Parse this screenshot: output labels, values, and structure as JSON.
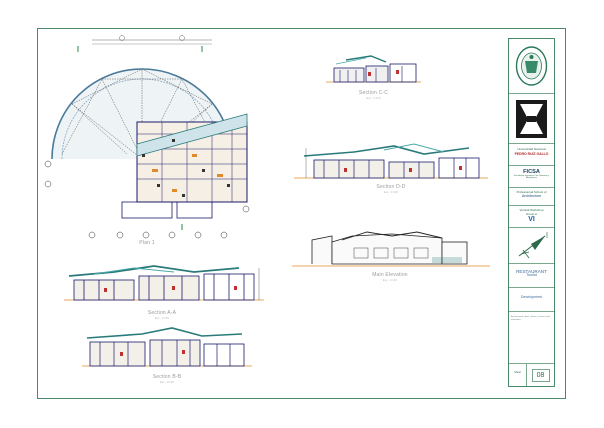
{
  "drawings": {
    "plan": {
      "label": "Plan 1",
      "scale": "Esc. 1/100"
    },
    "section_cc": {
      "label": "Section C-C",
      "scale": "Esc. 1/100"
    },
    "section_dd": {
      "label": "Section D-D",
      "scale": "Esc. 1/100"
    },
    "elevation": {
      "label": "Main Elevation",
      "scale": "Esc. 1/100"
    },
    "section_aa": {
      "label": "Section A-A",
      "scale": "Esc. 1/100"
    },
    "section_bb": {
      "label": "Section B-B",
      "scale": "Esc. 1/100"
    }
  },
  "titleblock": {
    "university_caption": "Universidad Nacional",
    "university": "PEDRO RUIZ GALLO",
    "faculty": "FICSA",
    "faculty_caption": "Facultad de Ingeniería Civil, Sistemas y Arquitectura",
    "school_caption": "Professional School of",
    "school": "Architecture",
    "workshop": "Vertical Workshop",
    "group": "Group A",
    "workshop_number": "VI",
    "project": "RESTAURANT",
    "project_sub": "Tourist",
    "stage": "Development",
    "notes": "Architectural sheet - plans, sections and elevations",
    "sheet_label": "Sheet",
    "sheet_number": "08"
  },
  "colors": {
    "frame": "#4a8a6a",
    "structure": "#1a1a6a",
    "roof": "#2a7a7a",
    "accent": "#e08a2a",
    "hatch": "#c03030"
  }
}
